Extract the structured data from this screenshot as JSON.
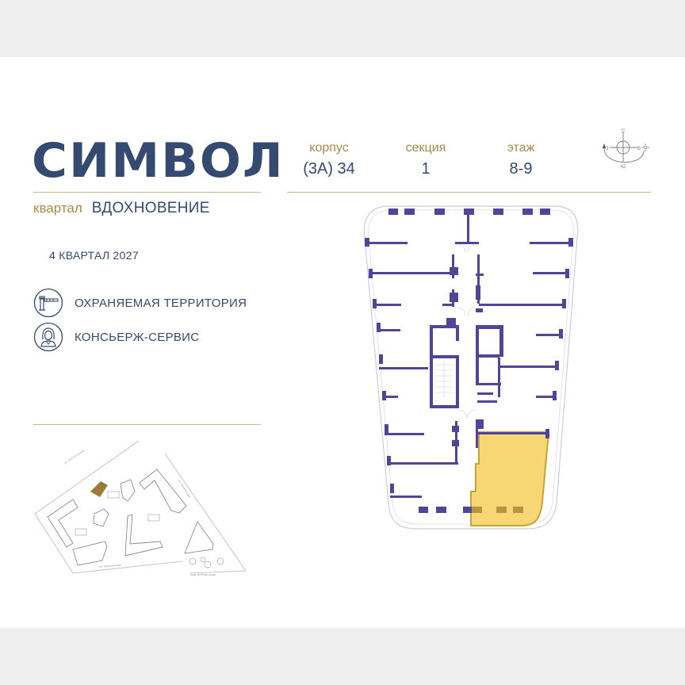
{
  "brand": {
    "title": "СИМВОЛ",
    "district_label": "квартал",
    "district_name": "ВДОХНОВЕНИЕ"
  },
  "completion": "4 КВАРТАЛ 2027",
  "features": [
    {
      "icon": "barrier-gate-icon",
      "label": "ОХРАНЯЕМАЯ ТЕРРИТОРИЯ"
    },
    {
      "icon": "concierge-icon",
      "label": "КОНСЬЕРЖ-СЕРВИС"
    }
  ],
  "building_info": {
    "korpus": {
      "label": "корпус",
      "value": "(3А) 34"
    },
    "section": {
      "label": "секция",
      "value": "1"
    },
    "floor": {
      "label": "этаж",
      "value": "8-9"
    }
  },
  "compass": {
    "north": "С",
    "west": "З",
    "east": "В",
    "south": "Ю"
  },
  "site_plan": {
    "highlight_color": "#9b7a3a",
    "labels": [
      "ул. Зоологическая",
      "ул. Архитектора",
      "ул. Арсеньевская",
      "парк Зеленая роща"
    ]
  },
  "floor_plan": {
    "wall_color": "#4f4599",
    "highlight_color": "#f7d774",
    "highlight_stroke": "#c9a335"
  },
  "colors": {
    "navy": "#354a70",
    "gold": "#a68b4c",
    "background": "#efefef"
  }
}
